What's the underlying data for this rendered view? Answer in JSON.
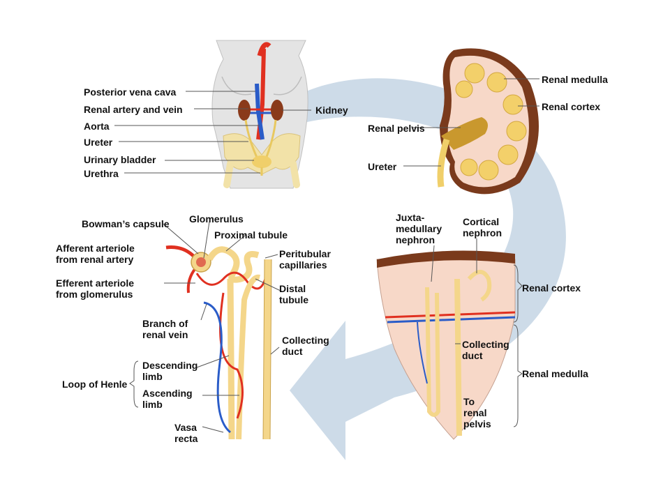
{
  "colors": {
    "artery": "#e03020",
    "vein": "#2a5cc8",
    "tubule": "#f4d68a",
    "tubule_edge": "#c9a24a",
    "cortex": "#7a3a1c",
    "tissue": "#f7d8c8",
    "flow_arrow": "#cddbe8"
  },
  "body_diagram": {
    "posterior_vena_cava": "Posterior vena cava",
    "renal_artery_and_vein": "Renal artery and vein",
    "aorta": "Aorta",
    "ureter": "Ureter",
    "urinary_bladder": "Urinary bladder",
    "urethra": "Urethra",
    "kidney": "Kidney"
  },
  "kidney_section": {
    "renal_medulla": "Renal medulla",
    "renal_cortex": "Renal cortex",
    "renal_pelvis": "Renal pelvis",
    "ureter": "Ureter"
  },
  "nephron": {
    "bowmans_capsule": "Bowman’s capsule",
    "glomerulus": "Glomerulus",
    "proximal_tubule": "Proximal tubule",
    "peritubular_capillaries": [
      "Peritubular",
      "capillaries"
    ],
    "afferent_arteriole": [
      "Afferent arteriole",
      "from renal artery"
    ],
    "efferent_arteriole": [
      "Efferent arteriole",
      "from glomerulus"
    ],
    "distal_tubule": [
      "Distal",
      "tubule"
    ],
    "branch_of_renal_vein": [
      "Branch of",
      "renal vein"
    ],
    "collecting_duct": [
      "Collecting",
      "duct"
    ],
    "loop_of_henle": "Loop of Henle",
    "descending_limb": [
      "Descending",
      "limb"
    ],
    "ascending_limb": [
      "Ascending",
      "limb"
    ],
    "vasa_recta": [
      "Vasa",
      "recta"
    ]
  },
  "wedge": {
    "juxtamedullary_nephron": [
      "Juxta-",
      "medullary",
      "nephron"
    ],
    "cortical_nephron": [
      "Cortical",
      "nephron"
    ],
    "renal_cortex": "Renal cortex",
    "renal_medulla": "Renal medulla",
    "collecting_duct": [
      "Collecting",
      "duct"
    ],
    "to_renal_pelvis": [
      "To",
      "renal",
      "pelvis"
    ]
  }
}
